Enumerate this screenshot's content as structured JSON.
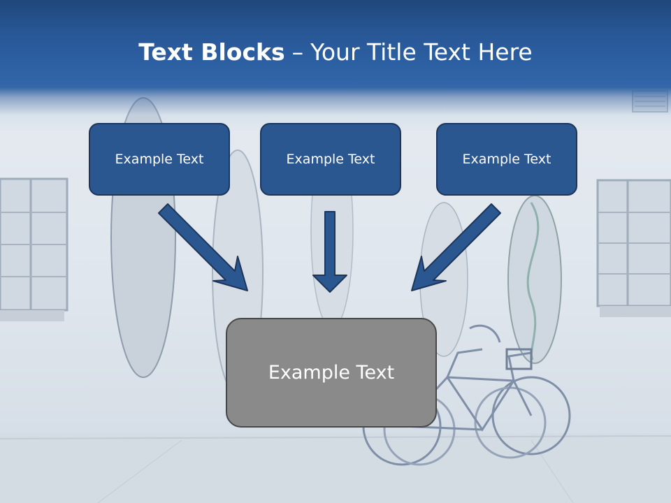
{
  "slide": {
    "title_bold": "Text Blocks",
    "title_separator": "–",
    "title_rest": "Your Title Text Here"
  },
  "boxes": [
    {
      "label": "Example Text"
    },
    {
      "label": "Example Text"
    },
    {
      "label": "Example Text"
    }
  ],
  "target_box": {
    "label": "Example Text"
  },
  "colors": {
    "title_band": "#2d62a5",
    "box_fill": "#2b5790",
    "box_border": "#1c3558",
    "target_fill": "#8a8a8a",
    "target_border": "#474747",
    "arrow_fill": "#2b5790",
    "arrow_outline": "#1c3558"
  },
  "background": {
    "description_icon": "surfboards-and-bicycles-photo"
  }
}
